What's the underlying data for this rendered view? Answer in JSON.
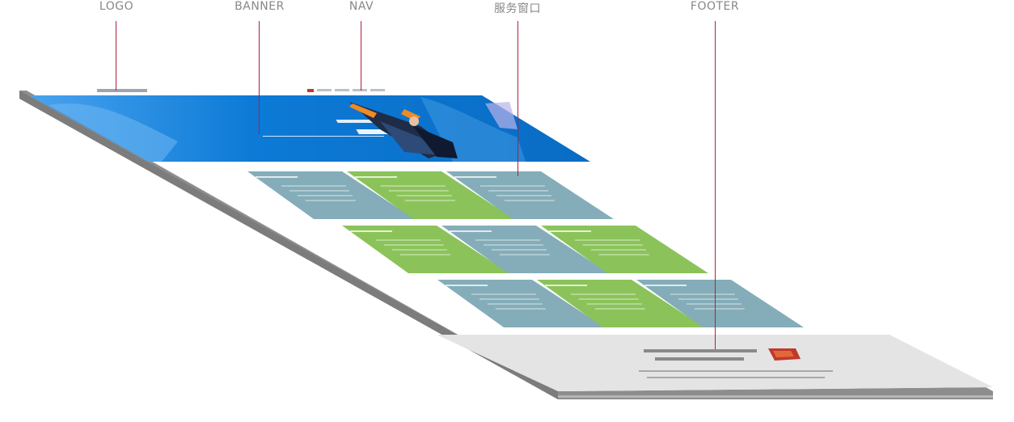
{
  "callouts": [
    {
      "label": "LOGO"
    },
    {
      "label": "BANNER"
    },
    {
      "label": "NAV"
    },
    {
      "label": "服务窗口"
    },
    {
      "label": "FOOTER"
    }
  ],
  "colors": {
    "line": "#b0203a",
    "label": "#888888",
    "banner_blue": "#0c7ad6",
    "card_teal": "#84adb9",
    "card_green": "#8bc35a",
    "footer_gray": "#e4e4e4",
    "page_white": "#ffffff",
    "page_edge": "#9a9a9a"
  },
  "card_rows": [
    [
      "teal",
      "green",
      "teal"
    ],
    [
      "green",
      "teal",
      "green"
    ],
    [
      "teal",
      "green",
      "teal"
    ]
  ]
}
